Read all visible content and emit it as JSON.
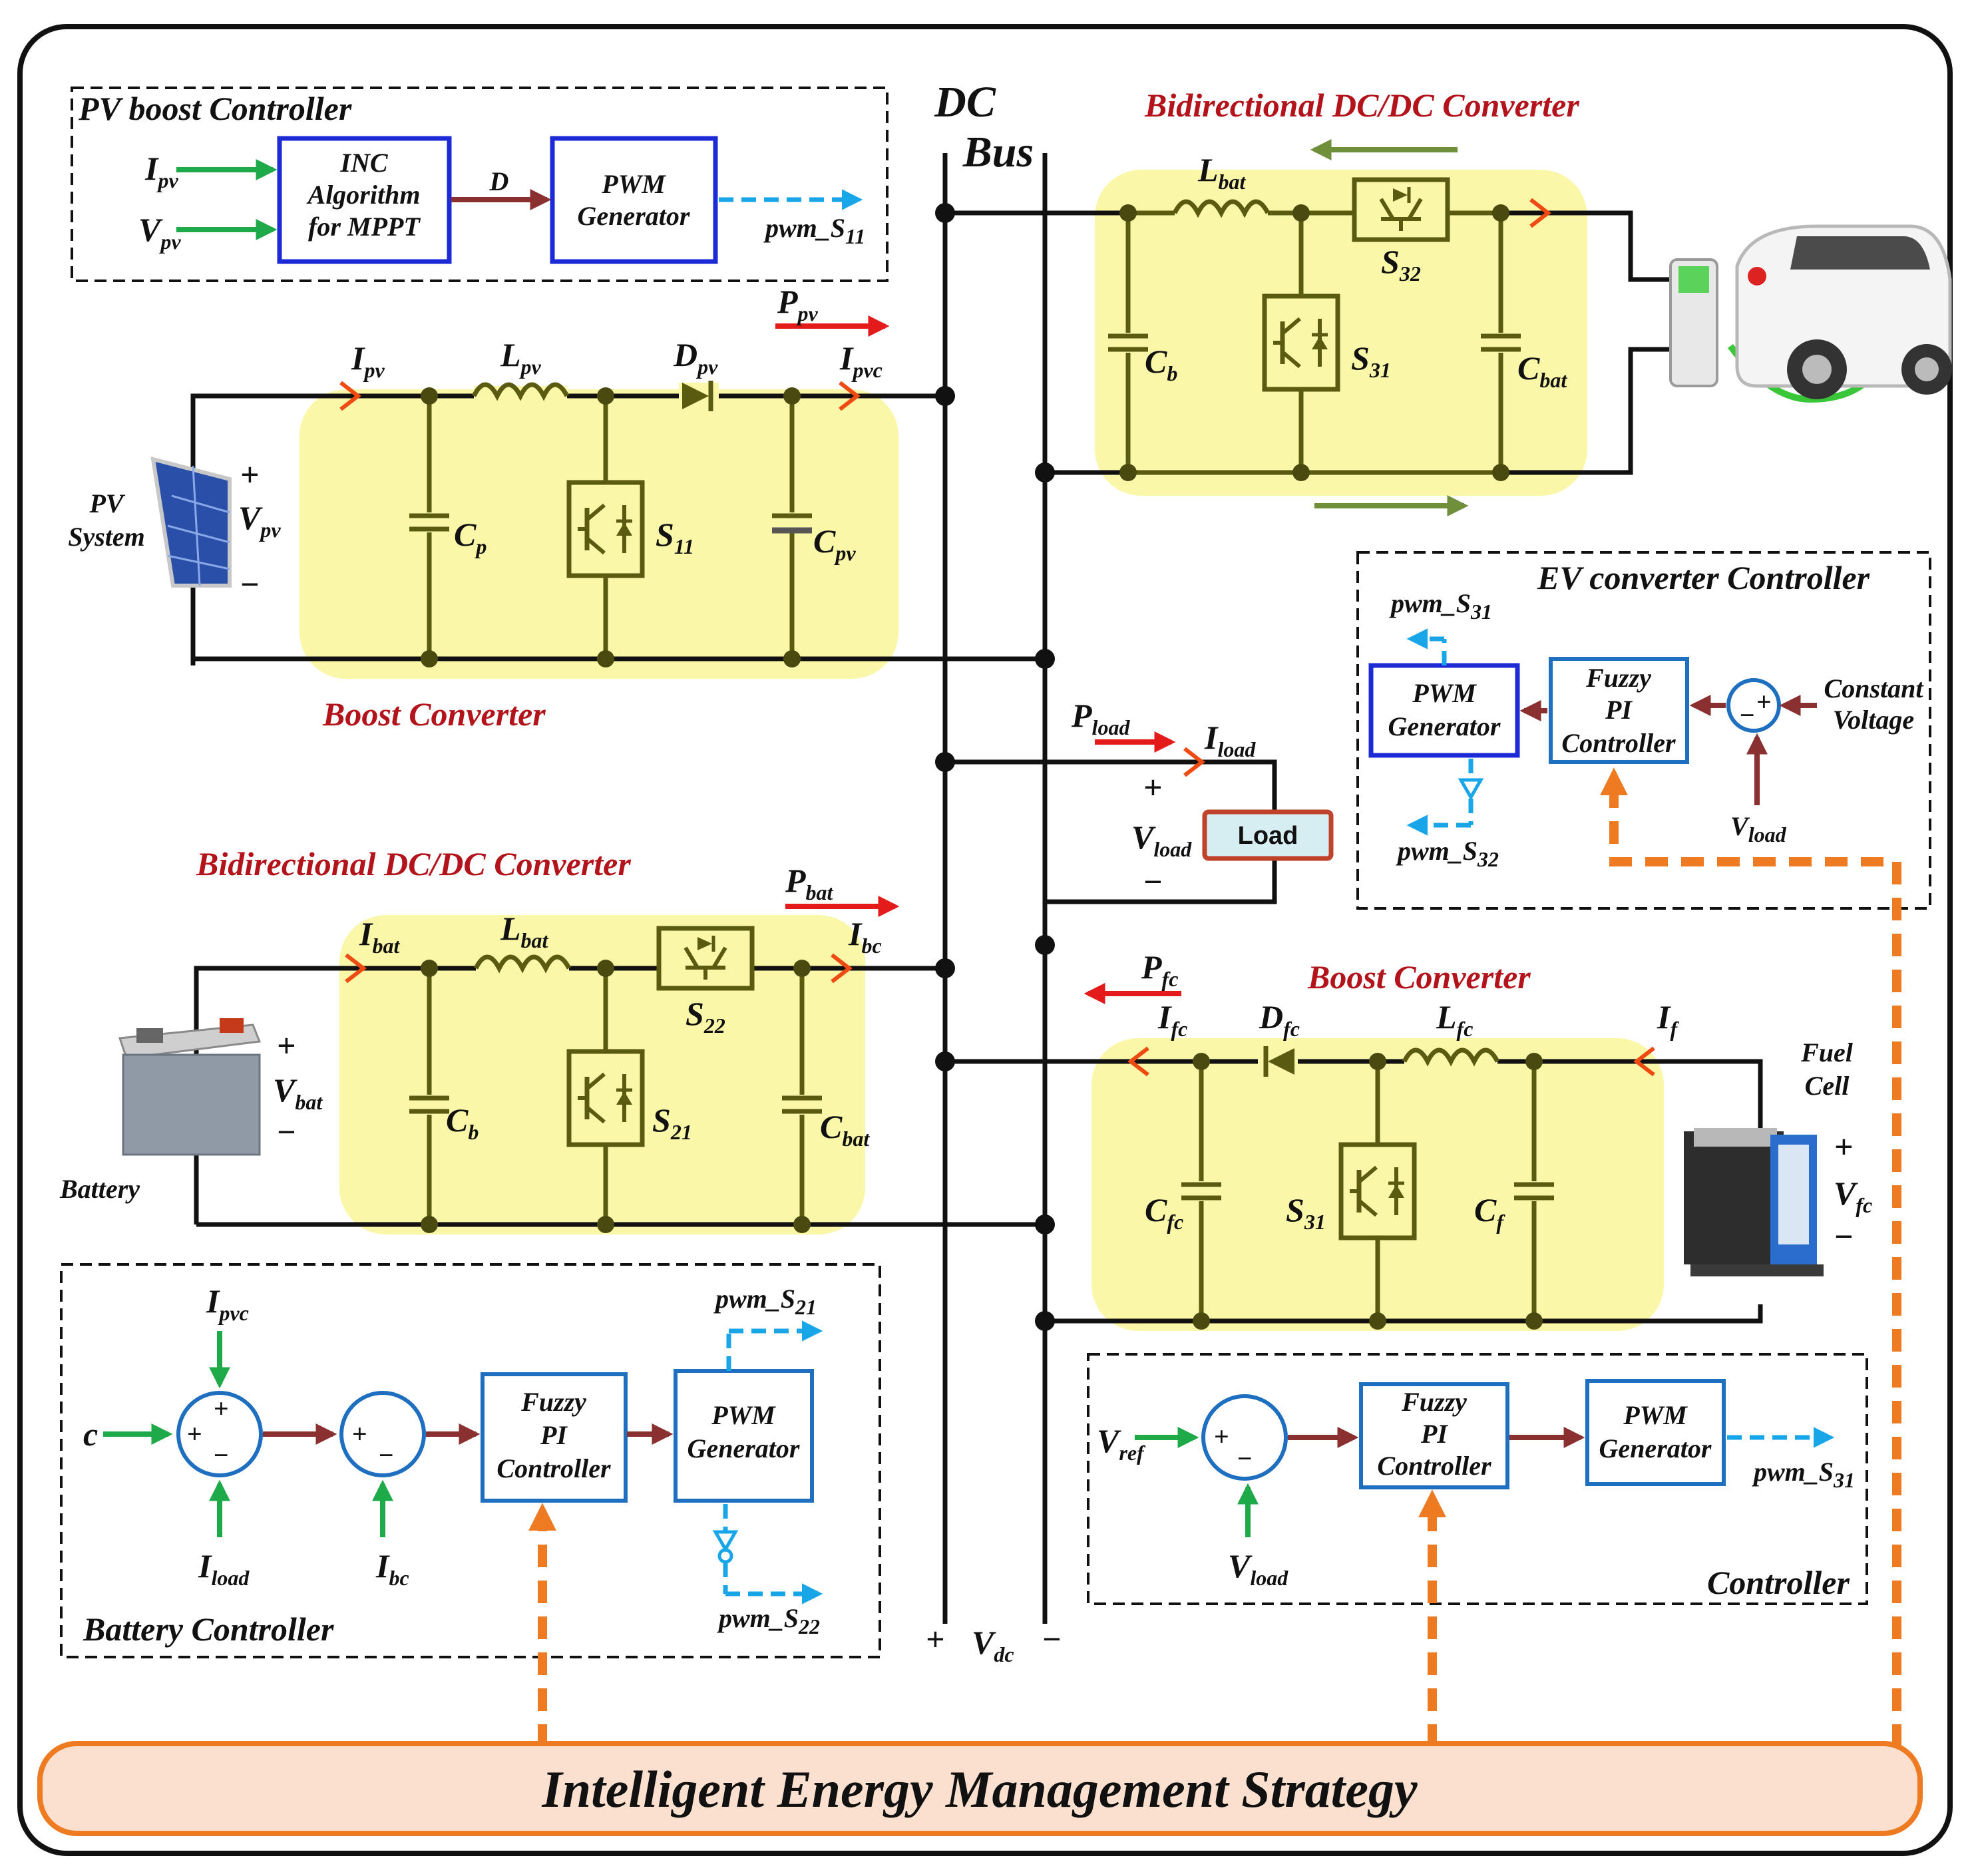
{
  "colors": {
    "highlight": "#fbf7a8",
    "title_red": "#b3141b",
    "control_blue": "#1f6fc0",
    "signal_green": "#1faa4a",
    "orange": "#ee7a22",
    "cyan": "#18a6e8"
  },
  "dc_bus": {
    "title_line1": "DC",
    "title_line2": "Bus",
    "plus": "+",
    "minus": "−",
    "vdc": "V",
    "vdc_sub": "dc"
  },
  "pv_ctrl": {
    "title": "PV boost Controller",
    "i_in": "I",
    "i_in_sub": "pv",
    "v_in": "V",
    "v_in_sub": "pv",
    "mppt_l1": "INC",
    "mppt_l2": "Algorithm",
    "mppt_l3": "for MPPT",
    "d": "D",
    "pwm_l1": "PWM",
    "pwm_l2": "Generator",
    "out": "pwm_S",
    "out_sub": "11"
  },
  "pv_conv": {
    "title": "Boost Converter",
    "source_l1": "PV",
    "source_l2": "System",
    "plus": "+",
    "minus": "−",
    "vpv": "V",
    "vpv_sub": "pv",
    "ipv": "I",
    "ipv_sub": "pv",
    "lpv": "L",
    "lpv_sub": "pv",
    "dpv": "D",
    "dpv_sub": "pv",
    "ipvc": "I",
    "ipvc_sub": "pvc",
    "ppv": "P",
    "ppv_sub": "pv",
    "cp": "C",
    "cp_sub": "p",
    "s11": "S",
    "s11_sub": "11",
    "cpv": "C",
    "cpv_sub": "pv"
  },
  "ev_conv": {
    "title": "Bidirectional DC/DC Converter",
    "lbat": "L",
    "lbat_sub": "bat",
    "s32": "S",
    "s32_sub": "32",
    "cb": "C",
    "cb_sub": "b",
    "s31": "S",
    "s31_sub": "31",
    "cbat": "C",
    "cbat_sub": "bat"
  },
  "ev_ctrl": {
    "title": "EV converter Controller",
    "pwm31": "pwm_S",
    "pwm31_sub": "31",
    "pwm32": "pwm_S",
    "pwm32_sub": "32",
    "pwm_l1": "PWM",
    "pwm_l2": "Generator",
    "fuzzy_l1": "Fuzzy",
    "fuzzy_l2": "PI",
    "fuzzy_l3": "Controller",
    "plus": "+",
    "minus": "−",
    "ref_l1": "Constant",
    "ref_l2": "Voltage",
    "vload": "V",
    "vload_sub": "load"
  },
  "load": {
    "label": "Load",
    "pload": "P",
    "pload_sub": "load",
    "iload": "I",
    "iload_sub": "load",
    "vload": "V",
    "vload_sub": "load",
    "plus": "+",
    "minus": "−"
  },
  "bat_conv": {
    "title": "Bidirectional DC/DC Converter",
    "source": "Battery",
    "plus": "+",
    "minus": "−",
    "vbat": "V",
    "vbat_sub": "bat",
    "ibat": "I",
    "ibat_sub": "bat",
    "lbat": "L",
    "lbat_sub": "bat",
    "s22": "S",
    "s22_sub": "22",
    "ibc": "I",
    "ibc_sub": "bc",
    "pbat": "P",
    "pbat_sub": "bat",
    "cb": "C",
    "cb_sub": "b",
    "s21": "S",
    "s21_sub": "21",
    "cbat": "C",
    "cbat_sub": "bat"
  },
  "fc_conv": {
    "title": "Boost Converter",
    "source_l1": "Fuel",
    "source_l2": "Cell",
    "plus": "+",
    "minus": "−",
    "vfc": "V",
    "vfc_sub": "fc",
    "pfc": "P",
    "pfc_sub": "fc",
    "ifc": "I",
    "ifc_sub": "fc",
    "dfc": "D",
    "dfc_sub": "fc",
    "lfc": "L",
    "lfc_sub": "fc",
    "if": "I",
    "if_sub": "f",
    "cfc": "C",
    "cfc_sub": "fc",
    "s31": "S",
    "s31_sub": "31",
    "cf": "C",
    "cf_sub": "f"
  },
  "bat_ctrl": {
    "title": "Battery Controller",
    "ipvc": "I",
    "ipvc_sub": "pvc",
    "c": "c",
    "iload": "I",
    "iload_sub": "load",
    "ibc": "I",
    "ibc_sub": "bc",
    "plus": "+",
    "minus": "−",
    "fuzzy_l1": "Fuzzy",
    "fuzzy_l2": "PI",
    "fuzzy_l3": "Controller",
    "pwm_l1": "PWM",
    "pwm_l2": "Generator",
    "pwm21": "pwm_S",
    "pwm21_sub": "21",
    "pwm22": "pwm_S",
    "pwm22_sub": "22"
  },
  "fc_ctrl": {
    "title": "Controller",
    "vref": "V",
    "vref_sub": "ref",
    "vload": "V",
    "vload_sub": "load",
    "plus": "+",
    "minus": "−",
    "fuzzy_l1": "Fuzzy",
    "fuzzy_l2": "PI",
    "fuzzy_l3": "Controller",
    "pwm_l1": "PWM",
    "pwm_l2": "Generator",
    "out": "pwm_S",
    "out_sub": "31"
  },
  "strategy": {
    "label": "Intelligent Energy Management Strategy"
  }
}
